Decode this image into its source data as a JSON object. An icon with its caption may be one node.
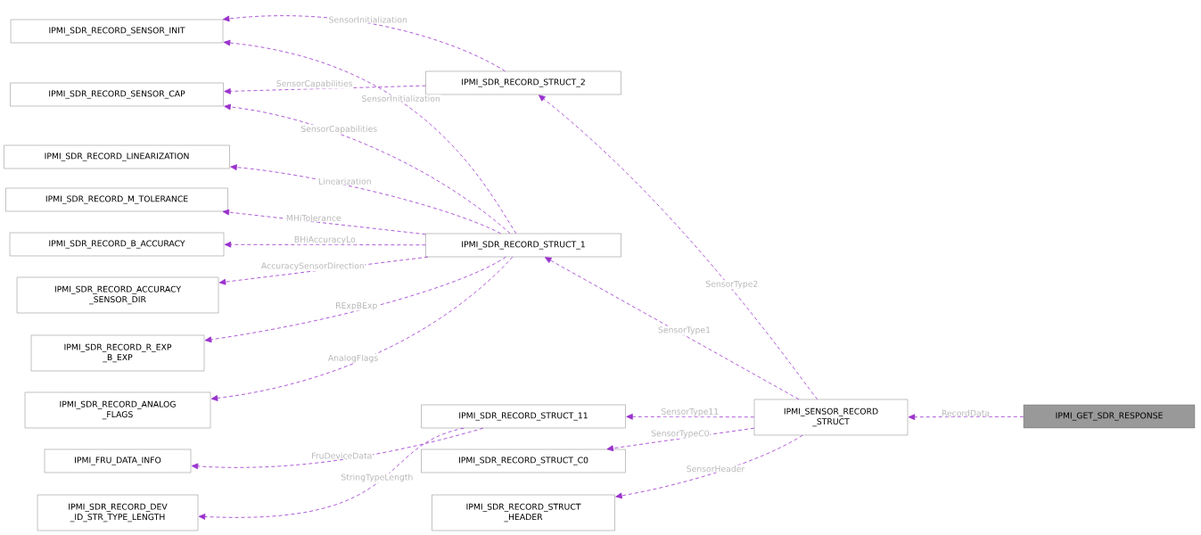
{
  "diagram": {
    "nodes": [
      {
        "text": [
          "IPMI_SDR_RECORD_SENSOR_INIT"
        ]
      },
      {
        "text": [
          "IPMI_SDR_RECORD_STRUCT_2"
        ]
      },
      {
        "text": [
          "IPMI_SDR_RECORD_SENSOR_CAP"
        ]
      },
      {
        "text": [
          "IPMI_SDR_RECORD_LINEARIZATION"
        ]
      },
      {
        "text": [
          "IPMI_SDR_RECORD_M_TOLERANCE"
        ]
      },
      {
        "text": [
          "IPMI_SDR_RECORD_B_ACCURACY"
        ]
      },
      {
        "text": [
          "IPMI_SDR_RECORD_STRUCT_1"
        ]
      },
      {
        "text": [
          "IPMI_SDR_RECORD_ACCURACY _SENSOR_DIR"
        ]
      },
      {
        "text": [
          "IPMI_SDR_RECORD_R_EXP _B_EXP"
        ]
      },
      {
        "text": [
          "IPMI_SDR_RECORD_ANALOG _FLAGS"
        ]
      },
      {
        "text": [
          "IPMI_SDR_RECORD_STRUCT_11"
        ]
      },
      {
        "text": [
          "IPMI_SENSOR_RECORD _STRUCT"
        ]
      },
      {
        "text": [
          "IPMI_GET_SDR_RESPONSE"
        ]
      },
      {
        "text": [
          "IPMI_FRU_DATA_INFO"
        ]
      },
      {
        "text": [
          "IPMI_SDR_RECORD_STRUCT_C0"
        ]
      },
      {
        "text": [
          "IPMI_SDR_RECORD_DEV _ID_STR_TYPE_LENGTH"
        ]
      },
      {
        "text": [
          "IPMI_SDR_RECORD_STRUCT _HEADER"
        ]
      }
    ],
    "edges": [
      {
        "from": 1,
        "to": 0,
        "arrow": "to",
        "label": "SensorInitialization",
        "style": "dashed"
      },
      {
        "from": 6,
        "to": 0,
        "arrow": "to",
        "label": "SensorInitialization",
        "style": "dashed"
      },
      {
        "from": 1,
        "to": 2,
        "arrow": "to",
        "label": "SensorCapabilities",
        "style": "dashed"
      },
      {
        "from": 6,
        "to": 2,
        "arrow": "to",
        "label": "SensorCapabilities",
        "style": "dashed"
      },
      {
        "from": 6,
        "to": 3,
        "arrow": "to",
        "label": "Linearization",
        "style": "dashed"
      },
      {
        "from": 6,
        "to": 4,
        "arrow": "to",
        "label": "MHiTolerance",
        "style": "dashed"
      },
      {
        "from": 6,
        "to": 5,
        "arrow": "to",
        "label": "BHiAccuracyLo",
        "style": "dashed"
      },
      {
        "from": 6,
        "to": 7,
        "arrow": "to",
        "label": "AccuracySensorDirection",
        "style": "dashed"
      },
      {
        "from": 6,
        "to": 8,
        "arrow": "to",
        "label": "RExpBExp",
        "style": "dashed"
      },
      {
        "from": 6,
        "to": 9,
        "arrow": "to",
        "label": "AnalogFlags",
        "style": "dashed"
      },
      {
        "from": 11,
        "to": 1,
        "arrow": "to",
        "label": "SensorType2",
        "style": "dashed"
      },
      {
        "from": 11,
        "to": 6,
        "arrow": "to",
        "label": "SensorType1",
        "style": "dashed"
      },
      {
        "from": 11,
        "to": 10,
        "arrow": "to",
        "label": "SensorType11",
        "style": "dashed"
      },
      {
        "from": 11,
        "to": 14,
        "arrow": "to",
        "label": "SensorTypeC0",
        "style": "dashed"
      },
      {
        "from": 11,
        "to": 16,
        "arrow": "to",
        "label": "SensorHeader",
        "style": "dashed"
      },
      {
        "from": 12,
        "to": 11,
        "arrow": "to",
        "label": "RecordData",
        "style": "dashed"
      },
      {
        "from": 10,
        "to": 13,
        "arrow": "to",
        "label": "FruDeviceData",
        "style": "dashed"
      },
      {
        "from": 10,
        "to": 15,
        "arrow": "to",
        "label": "StringTypeLength",
        "style": "dashed"
      }
    ]
  }
}
